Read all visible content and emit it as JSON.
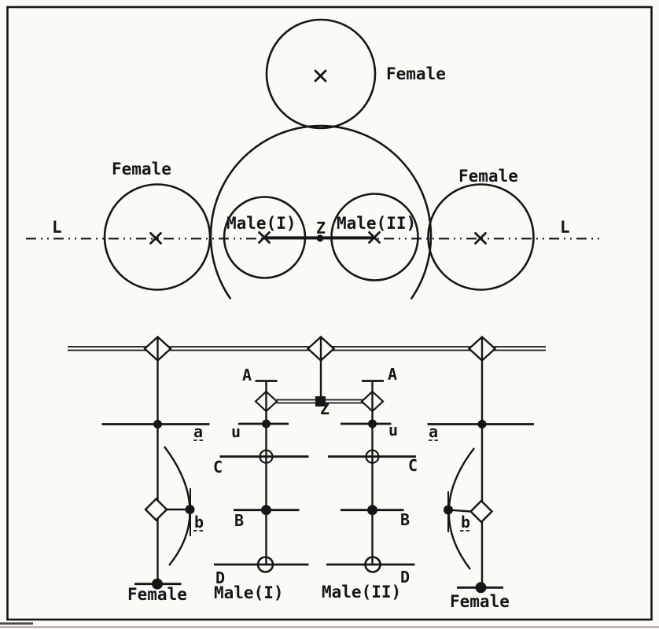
{
  "colors": {
    "paper": "#fbfaf6",
    "ink": "#161616"
  },
  "top_diagram": {
    "line_label_left": "L",
    "line_label_right": "L",
    "top_female": "Female",
    "left_female": "Female",
    "right_female": "Female",
    "male1": "Male(I)",
    "male2": "Male(II)",
    "z": "Z"
  },
  "bottom_diagram": {
    "z": "Z",
    "a_upper_left": "A",
    "a_upper_right": "A",
    "u_left": "u",
    "u_right": "u",
    "c_left": "C",
    "c_right": "C",
    "b_upper_left": "B",
    "b_upper_right": "B",
    "d_left": "D",
    "d_right": "D",
    "a_lower_left": "a",
    "a_lower_right": "a",
    "b_lower_left": "b",
    "b_lower_right": "b",
    "male1": "Male(I)",
    "male2": "Male(II)",
    "female_left": "Female",
    "female_right": "Female"
  }
}
